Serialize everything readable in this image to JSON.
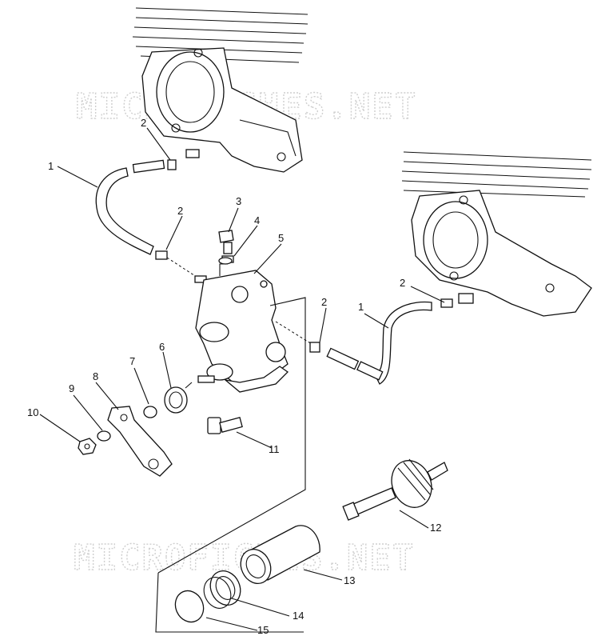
{
  "watermark": "MICROFICHES.NET",
  "callouts": [
    {
      "id": "c1a",
      "label": "1"
    },
    {
      "id": "c2a",
      "label": "2"
    },
    {
      "id": "c2b",
      "label": "2"
    },
    {
      "id": "c3",
      "label": "3"
    },
    {
      "id": "c4",
      "label": "4"
    },
    {
      "id": "c5",
      "label": "5"
    },
    {
      "id": "c2c",
      "label": "2"
    },
    {
      "id": "c1b",
      "label": "1"
    },
    {
      "id": "c2d",
      "label": "2"
    },
    {
      "id": "c6",
      "label": "6"
    },
    {
      "id": "c7",
      "label": "7"
    },
    {
      "id": "c8",
      "label": "8"
    },
    {
      "id": "c9",
      "label": "9"
    },
    {
      "id": "c10",
      "label": "10"
    },
    {
      "id": "c11",
      "label": "11"
    },
    {
      "id": "c12",
      "label": "12"
    },
    {
      "id": "c13",
      "label": "13"
    },
    {
      "id": "c14",
      "label": "14"
    },
    {
      "id": "c15",
      "label": "15"
    }
  ]
}
